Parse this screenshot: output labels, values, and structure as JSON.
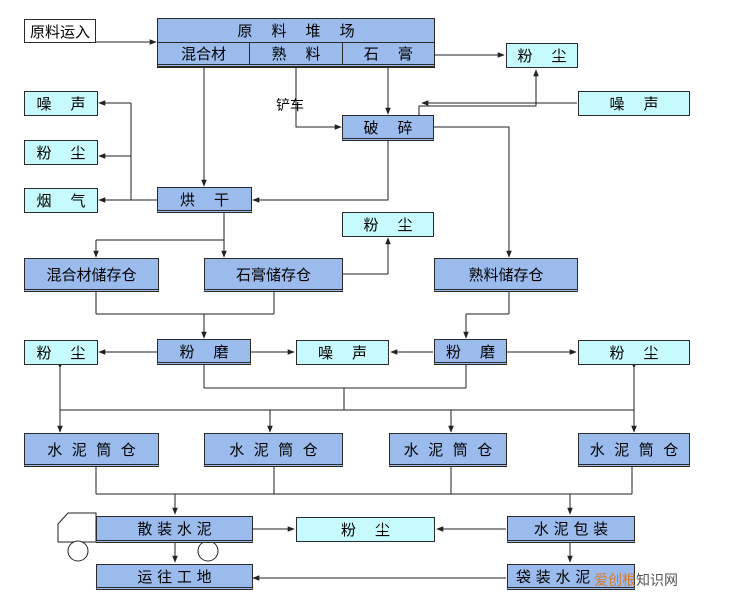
{
  "source": "原料运入",
  "yard": {
    "title": "原    料    堆    场",
    "cells": [
      "混合材",
      "熟    料",
      "石    膏"
    ]
  },
  "dust": "粉    尘",
  "noise": "噪    声",
  "smoke": "烟    气",
  "shovel_label": "铲车",
  "crush": "破    碎",
  "dry": "烘    干",
  "storage": {
    "mix": "混合材储存仓",
    "gypsum": "石膏储存仓",
    "clinker": "熟料储存仓"
  },
  "grind": "粉    磨",
  "silo": "水  泥  筒  仓",
  "bulk": "散 装 水 泥",
  "pack": "水 泥 包 装",
  "ship": "运 往 工 地",
  "bag": "袋 装 水 泥",
  "watermark": {
    "part1": "爱创根",
    "part2": "知识网"
  }
}
